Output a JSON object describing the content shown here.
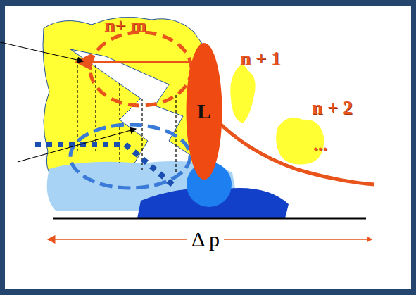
{
  "diagram": {
    "nodes": [
      {
        "text": [
          "L"
        ]
      }
    ],
    "labels": [
      "n+ m",
      "n + 1",
      "n + 2",
      "...",
      "Δ p"
    ]
  }
}
